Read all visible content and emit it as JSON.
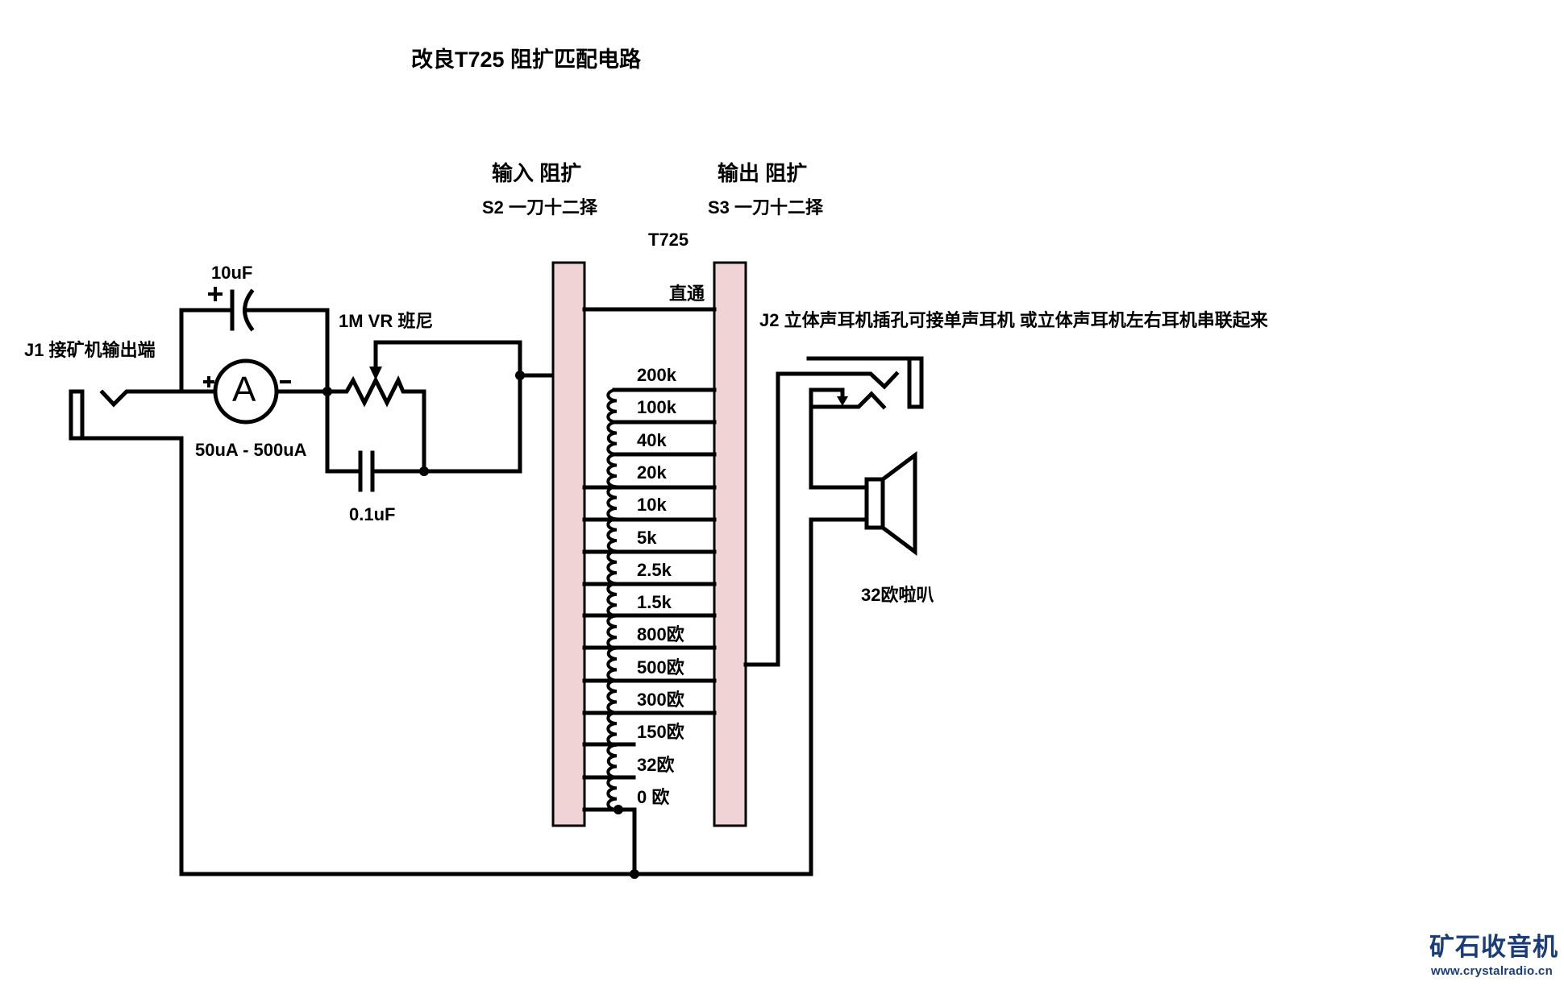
{
  "title": "改良T725 阻扩匹配电路",
  "colors": {
    "wire": "#000000",
    "transformer_bar": "#efd3d5",
    "logo": "#1a3c7a"
  },
  "input_section": {
    "jack_label": "J1 接矿机输出端",
    "cap_10uf_label": "10uF",
    "cap_plus": "+",
    "meter_symbol": "A",
    "meter_plus": "+",
    "meter_minus": "−",
    "meter_range": "50uA - 500uA",
    "vr_label": "1M VR 班尼",
    "cap_01uf_label": "0.1uF"
  },
  "switches": {
    "input": {
      "heading": "输入 阻扩",
      "switch": "S2 一刀十二择"
    },
    "output": {
      "heading": "输出 阻扩",
      "switch": "S3 一刀十二择"
    }
  },
  "transformer": {
    "label": "T725",
    "bypass_label": "直通",
    "taps": [
      "200k",
      "100k",
      "40k",
      "20k",
      "10k",
      "5k",
      "2.5k",
      "1.5k",
      "800欧",
      "500欧",
      "300欧",
      "150欧",
      "32欧",
      "0 欧"
    ]
  },
  "output_section": {
    "jack_label": "J2 立体声耳机插孔可接单声耳机 或立体声耳机左右耳机串联起来",
    "speaker_label": "32欧啦叭"
  },
  "logo": {
    "name": "矿石收音机",
    "url": "www.crystalradio.cn"
  }
}
